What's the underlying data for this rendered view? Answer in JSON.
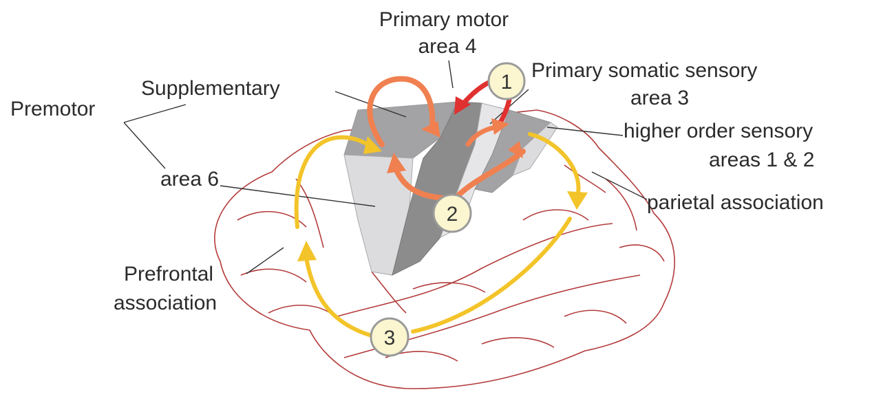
{
  "labels": {
    "primary_motor": "Primary motor",
    "area_4": "area 4",
    "supplementary": "Supplementary",
    "premotor": "Premotor",
    "area_6": "area 6",
    "primary_somatic_sensory": "Primary somatic sensory",
    "area_3": "area 3",
    "higher_order_sensory": "higher order sensory",
    "areas_1_2": "areas 1 & 2",
    "parietal_association": "parietal association",
    "prefrontal": "Prefrontal",
    "association": "association"
  },
  "markers": {
    "one": "1",
    "two": "2",
    "three": "3"
  },
  "colors": {
    "outline": "#b33a3a",
    "motor_dark": "#8c8c8d",
    "motor_mid": "#a3a3a5",
    "premotor_light": "#dcdcde",
    "sensory_light": "#e6e6e8",
    "arrow_red": "#e03030",
    "arrow_orange": "#f08050",
    "arrow_yellow": "#f3c42a",
    "circle_fill": "#fbf6d0",
    "circle_stroke": "#9a9a9a"
  }
}
